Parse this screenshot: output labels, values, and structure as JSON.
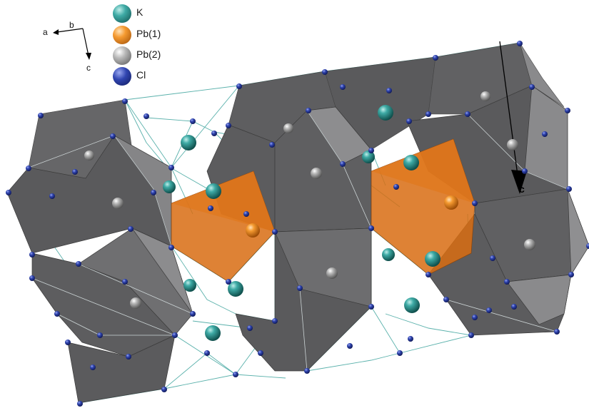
{
  "legend": [
    {
      "label": "K",
      "color": "#2f9b96"
    },
    {
      "label": "Pb(1)",
      "color": "#f08a1c"
    },
    {
      "label": "Pb(2)",
      "color": "#8f8f8f"
    },
    {
      "label": "Cl",
      "color": "#2b3fa8"
    }
  ],
  "axes": {
    "a": "a",
    "b": "b",
    "c": "c"
  },
  "direction_label": "c",
  "colors": {
    "polyhedron_dark": "#5c5c5c",
    "polyhedron_light": "#8a8a8c",
    "pb1_polyhedron": "#d96d12",
    "bond_line": "#49a9a3",
    "cl_atom": "#2b3fa8",
    "k_atom": "#2f9b96",
    "pb1_atom": "#f08a1c",
    "pb2_atom": "#a9a9a9"
  }
}
